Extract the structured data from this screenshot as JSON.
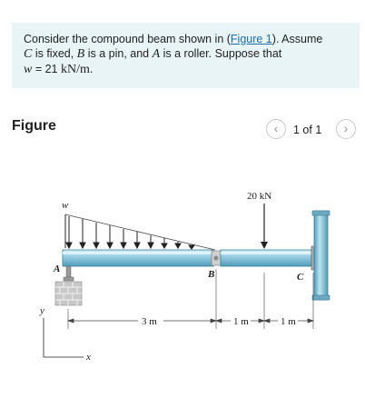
{
  "problem": {
    "text_before_link": "Consider the compound beam shown in (",
    "link": "Figure 1",
    "text_after_link": "). Assume",
    "var_c": "C",
    "text_c": " is fixed, ",
    "var_b": "B",
    "text_b": " is a pin, and ",
    "var_a": "A",
    "text_a": " is a roller. Suppose that",
    "w_var": "w",
    "w_eq": " = 21 ",
    "w_unit": "kN/m",
    "w_end": "."
  },
  "figure": {
    "title": "Figure",
    "page_count": "1 of 1",
    "prev_icon": "‹",
    "next_icon": "›",
    "labels": {
      "w": "w",
      "force": "20 kN",
      "a": "A",
      "b": "B",
      "c": "C",
      "y": "y",
      "x": "x",
      "dim1": "3 m",
      "dim2": "1 m",
      "dim3": "1 m"
    },
    "colors": {
      "beam_top": "#bfe3ef",
      "beam_mid": "#8cc9df",
      "beam_dark": "#4f9cb8",
      "support_gray": "#9a9a9a"
    }
  }
}
